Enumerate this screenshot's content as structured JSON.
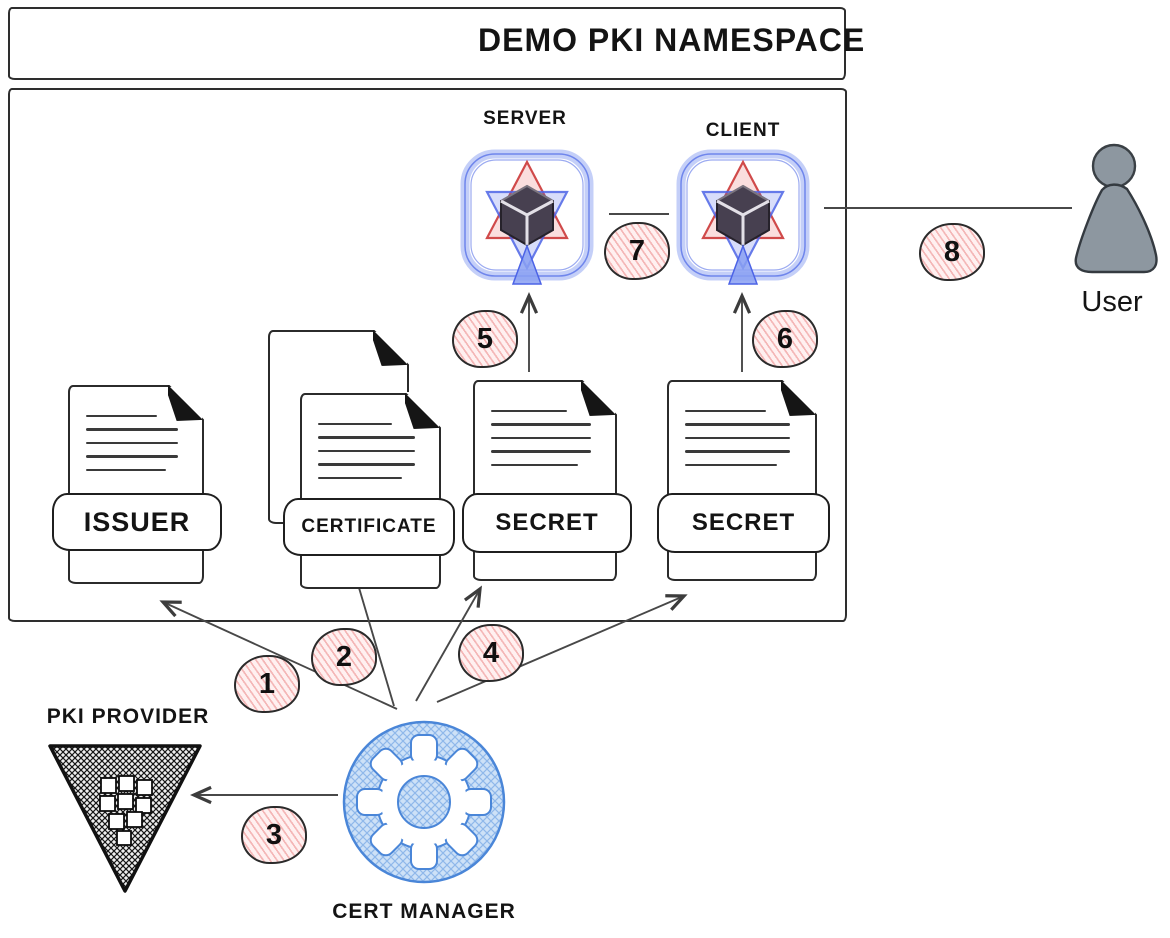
{
  "title": "DEMO PKI NAMESPACE",
  "namespace": {
    "pods": [
      {
        "id": "server",
        "label": "SERVER"
      },
      {
        "id": "client",
        "label": "CLIENT"
      }
    ],
    "resources": [
      {
        "id": "issuer",
        "label": "ISSUER"
      },
      {
        "id": "certificate",
        "label": "CERTIFICATE"
      },
      {
        "id": "secret-server",
        "label": "SECRET"
      },
      {
        "id": "secret-client",
        "label": "SECRET"
      }
    ]
  },
  "external": {
    "pki_provider_label": "PKI PROVIDER",
    "cert_manager_label": "CERT MANAGER",
    "user_label": "User"
  },
  "steps": [
    "1",
    "2",
    "3",
    "4",
    "5",
    "6",
    "7",
    "8"
  ],
  "icons": [
    "pod-icon",
    "document-icon",
    "gear-icon",
    "inverted-triangle-icon",
    "person-icon"
  ],
  "colors": {
    "outline": "#1f1f1f",
    "badge_fill": "#ffe9e9",
    "badge_hatch": "#e03131",
    "pod_ring_blue": "#8aa0f2",
    "star_red": "#e03131",
    "star_blue": "#4c63e6",
    "cube_dark": "#474050",
    "gear_fill": "#c9dff6",
    "gear_stroke": "#4a86d8",
    "provider_black": "#161616",
    "user_gray": "#8d97a0"
  }
}
